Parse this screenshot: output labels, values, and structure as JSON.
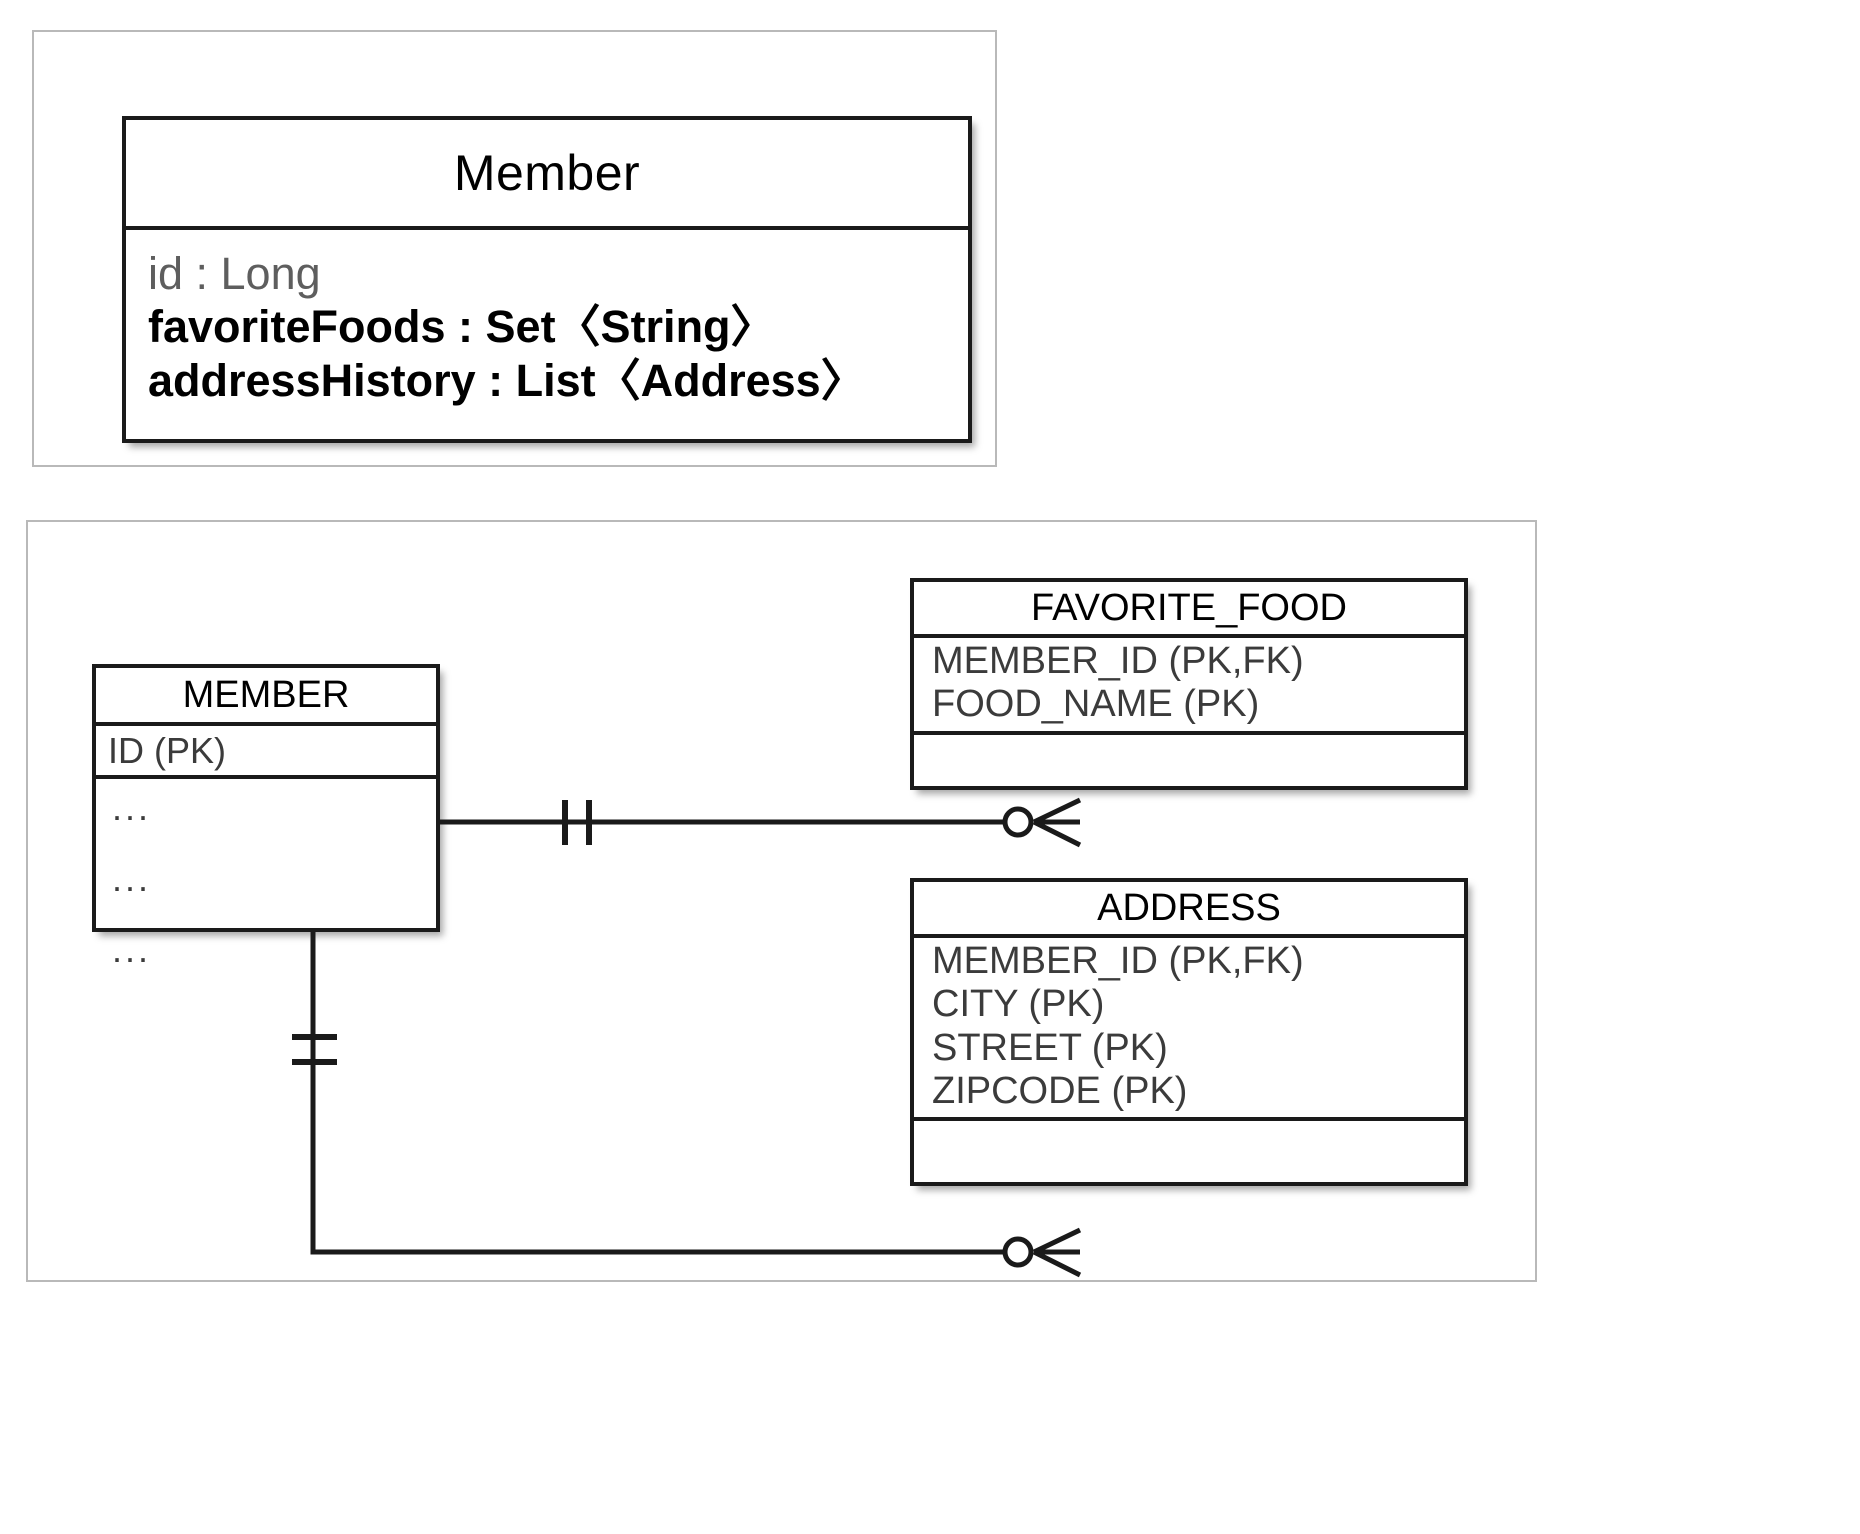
{
  "uml": {
    "panel_name": "domain-model-panel",
    "class": {
      "name": "Member",
      "attributes": [
        {
          "text": "id : Long",
          "style": "muted"
        },
        {
          "text": "favoriteFoods : Set〈String〉",
          "style": "strong"
        },
        {
          "text": "addressHistory : List〈Address〉",
          "style": "strong"
        }
      ]
    }
  },
  "er": {
    "panel_name": "er-diagram-panel",
    "tables": [
      {
        "name": "MEMBER",
        "pk_columns": [
          "ID (PK)"
        ],
        "other_columns": [
          "...",
          "...",
          "..."
        ],
        "has_footer": false
      },
      {
        "name": "FAVORITE_FOOD",
        "pk_columns": [
          "MEMBER_ID (PK,FK)",
          "FOOD_NAME (PK)"
        ],
        "other_columns": [],
        "has_footer": true
      },
      {
        "name": "ADDRESS",
        "pk_columns": [
          "MEMBER_ID (PK,FK)",
          "CITY (PK)",
          "STREET (PK)",
          "ZIPCODE (PK)"
        ],
        "other_columns": [],
        "has_footer": true
      }
    ],
    "relationships": [
      {
        "from": "MEMBER",
        "to": "FAVORITE_FOOD",
        "from_cardinality": "one-and-only-one",
        "to_cardinality": "zero-or-many"
      },
      {
        "from": "MEMBER",
        "to": "ADDRESS",
        "from_cardinality": "one-and-only-one",
        "to_cardinality": "zero-or-many"
      }
    ]
  },
  "colors": {
    "line": "#1a1a1a",
    "panel_border": "#b9b9b9",
    "text": "#3b3b3b",
    "title_text": "#000000",
    "background": "#ffffff"
  }
}
